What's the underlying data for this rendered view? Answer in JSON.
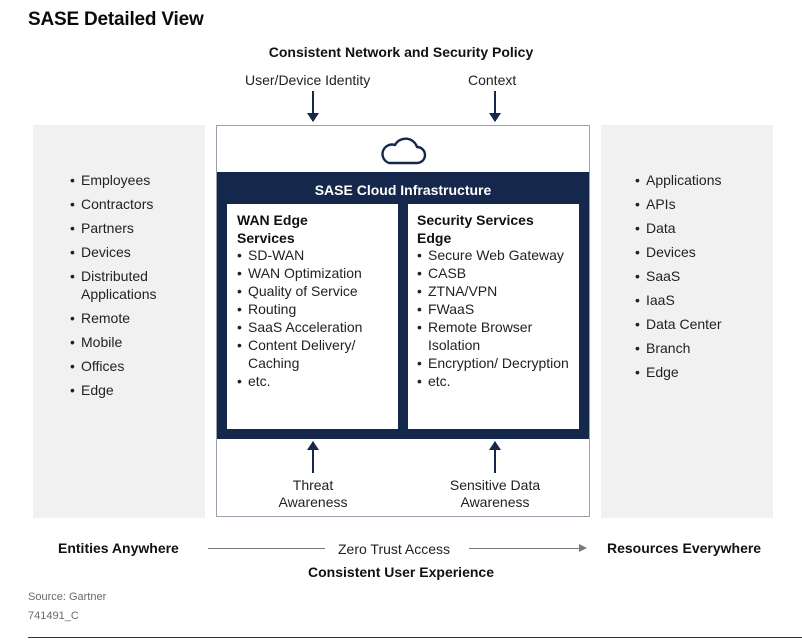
{
  "title": "SASE Detailed View",
  "policy_heading": "Consistent Network and Security Policy",
  "inputs_top": {
    "left": "User/Device Identity",
    "right": "Context"
  },
  "entities": [
    "Employees",
    "Contractors",
    "Partners",
    "Devices",
    "Distributed Applications",
    "Remote",
    "Mobile",
    "Offices",
    "Edge"
  ],
  "resources": [
    "Applications",
    "APIs",
    "Data",
    "Devices",
    "SaaS",
    "IaaS",
    "Data Center",
    "Branch",
    "Edge"
  ],
  "cloud_icon": "cloud-icon",
  "infrastructure_title": "SASE Cloud Infrastructure",
  "wan_edge": {
    "title": "WAN Edge Services",
    "items": [
      "SD-WAN",
      "WAN Optimization",
      "Quality of Service",
      "Routing",
      "SaaS Acceleration",
      "Content Delivery/ Caching",
      "etc."
    ]
  },
  "security_edge": {
    "title": "Security Services Edge",
    "items": [
      "Secure Web Gateway",
      "CASB",
      "ZTNA/VPN",
      "FWaaS",
      "Remote Browser Isolation",
      "Encryption/ Decryption",
      "etc."
    ]
  },
  "inputs_bottom": {
    "left": "Threat Awareness",
    "right": "Sensitive Data Awareness"
  },
  "flow": {
    "left": "Entities Anywhere",
    "middle": "Zero Trust Access",
    "right": "Resources Everywhere",
    "bottom": "Consistent User Experience"
  },
  "source": "Source: Gartner",
  "doc_id": "741491_C",
  "colors": {
    "navy": "#15284b",
    "panel": "#f1f1f1",
    "frame": "#9aa1ad"
  }
}
